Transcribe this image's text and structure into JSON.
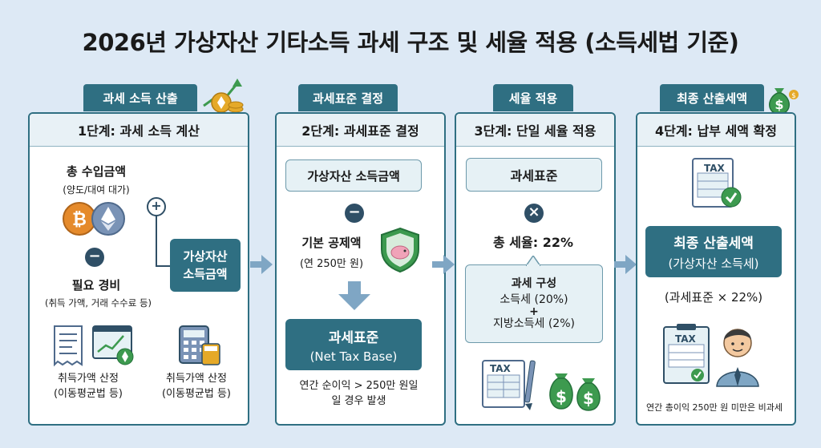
{
  "title": "2026년 가상자산 기타소득 과세 구조 및 세율 적용 (소득세법 기준)",
  "colors": {
    "accent": "#2f6f82",
    "accent_light": "#e6f1f5",
    "background": "#dde9f5",
    "icon_dark": "#2f4f66",
    "money_green": "#3d9a4f"
  },
  "steps": [
    {
      "tab": "과세 소득 산출",
      "header": "1단계: 과세 소득 계산",
      "total_income": "총 수입금액",
      "total_income_sub": "(양도/대여 대가)",
      "expense": "필요 경비",
      "expense_sub": "(취득 가액, 거래 수수료 등)",
      "result": "가상자산\n소득금액",
      "acq1": "취득가액 산정\n(이동평균법 등)",
      "acq2": "취득가액 산정\n(이동평균법 등)",
      "plus": "+",
      "minus": "−"
    },
    {
      "tab": "과세표준 결정",
      "header": "2단계: 과세표준 결정",
      "income_box": "가상자산 소득금액",
      "deduction": "기본 공제액",
      "deduction_sub": "(연 250만 원)",
      "base_title": "과세표준",
      "base_sub": "(Net Tax Base)",
      "note": "연간 순이익 > 250만 원일\n일 경우 발생",
      "minus": "−"
    },
    {
      "tab": "세율 적용",
      "header": "3단계: 단일 세율 적용",
      "base_box": "과세표준",
      "times": "×",
      "rate": "총 세율: 22%",
      "comp_title": "과세 구성",
      "comp1": "소득세 (20%)",
      "plus": "+",
      "comp2": "지방소득세 (2%)",
      "doc_label": "TAX"
    },
    {
      "tab": "최종 산출세액",
      "header": "4단계: 납부 세액 확정",
      "doc_label": "TAX",
      "final_title": "최종 산출세액",
      "final_sub": "(가상자산 소득세)",
      "formula": "(과세표준 × 22%)",
      "clip_label": "TAX",
      "note": "연간 총이익 250만 원 미만은 비과세"
    }
  ]
}
